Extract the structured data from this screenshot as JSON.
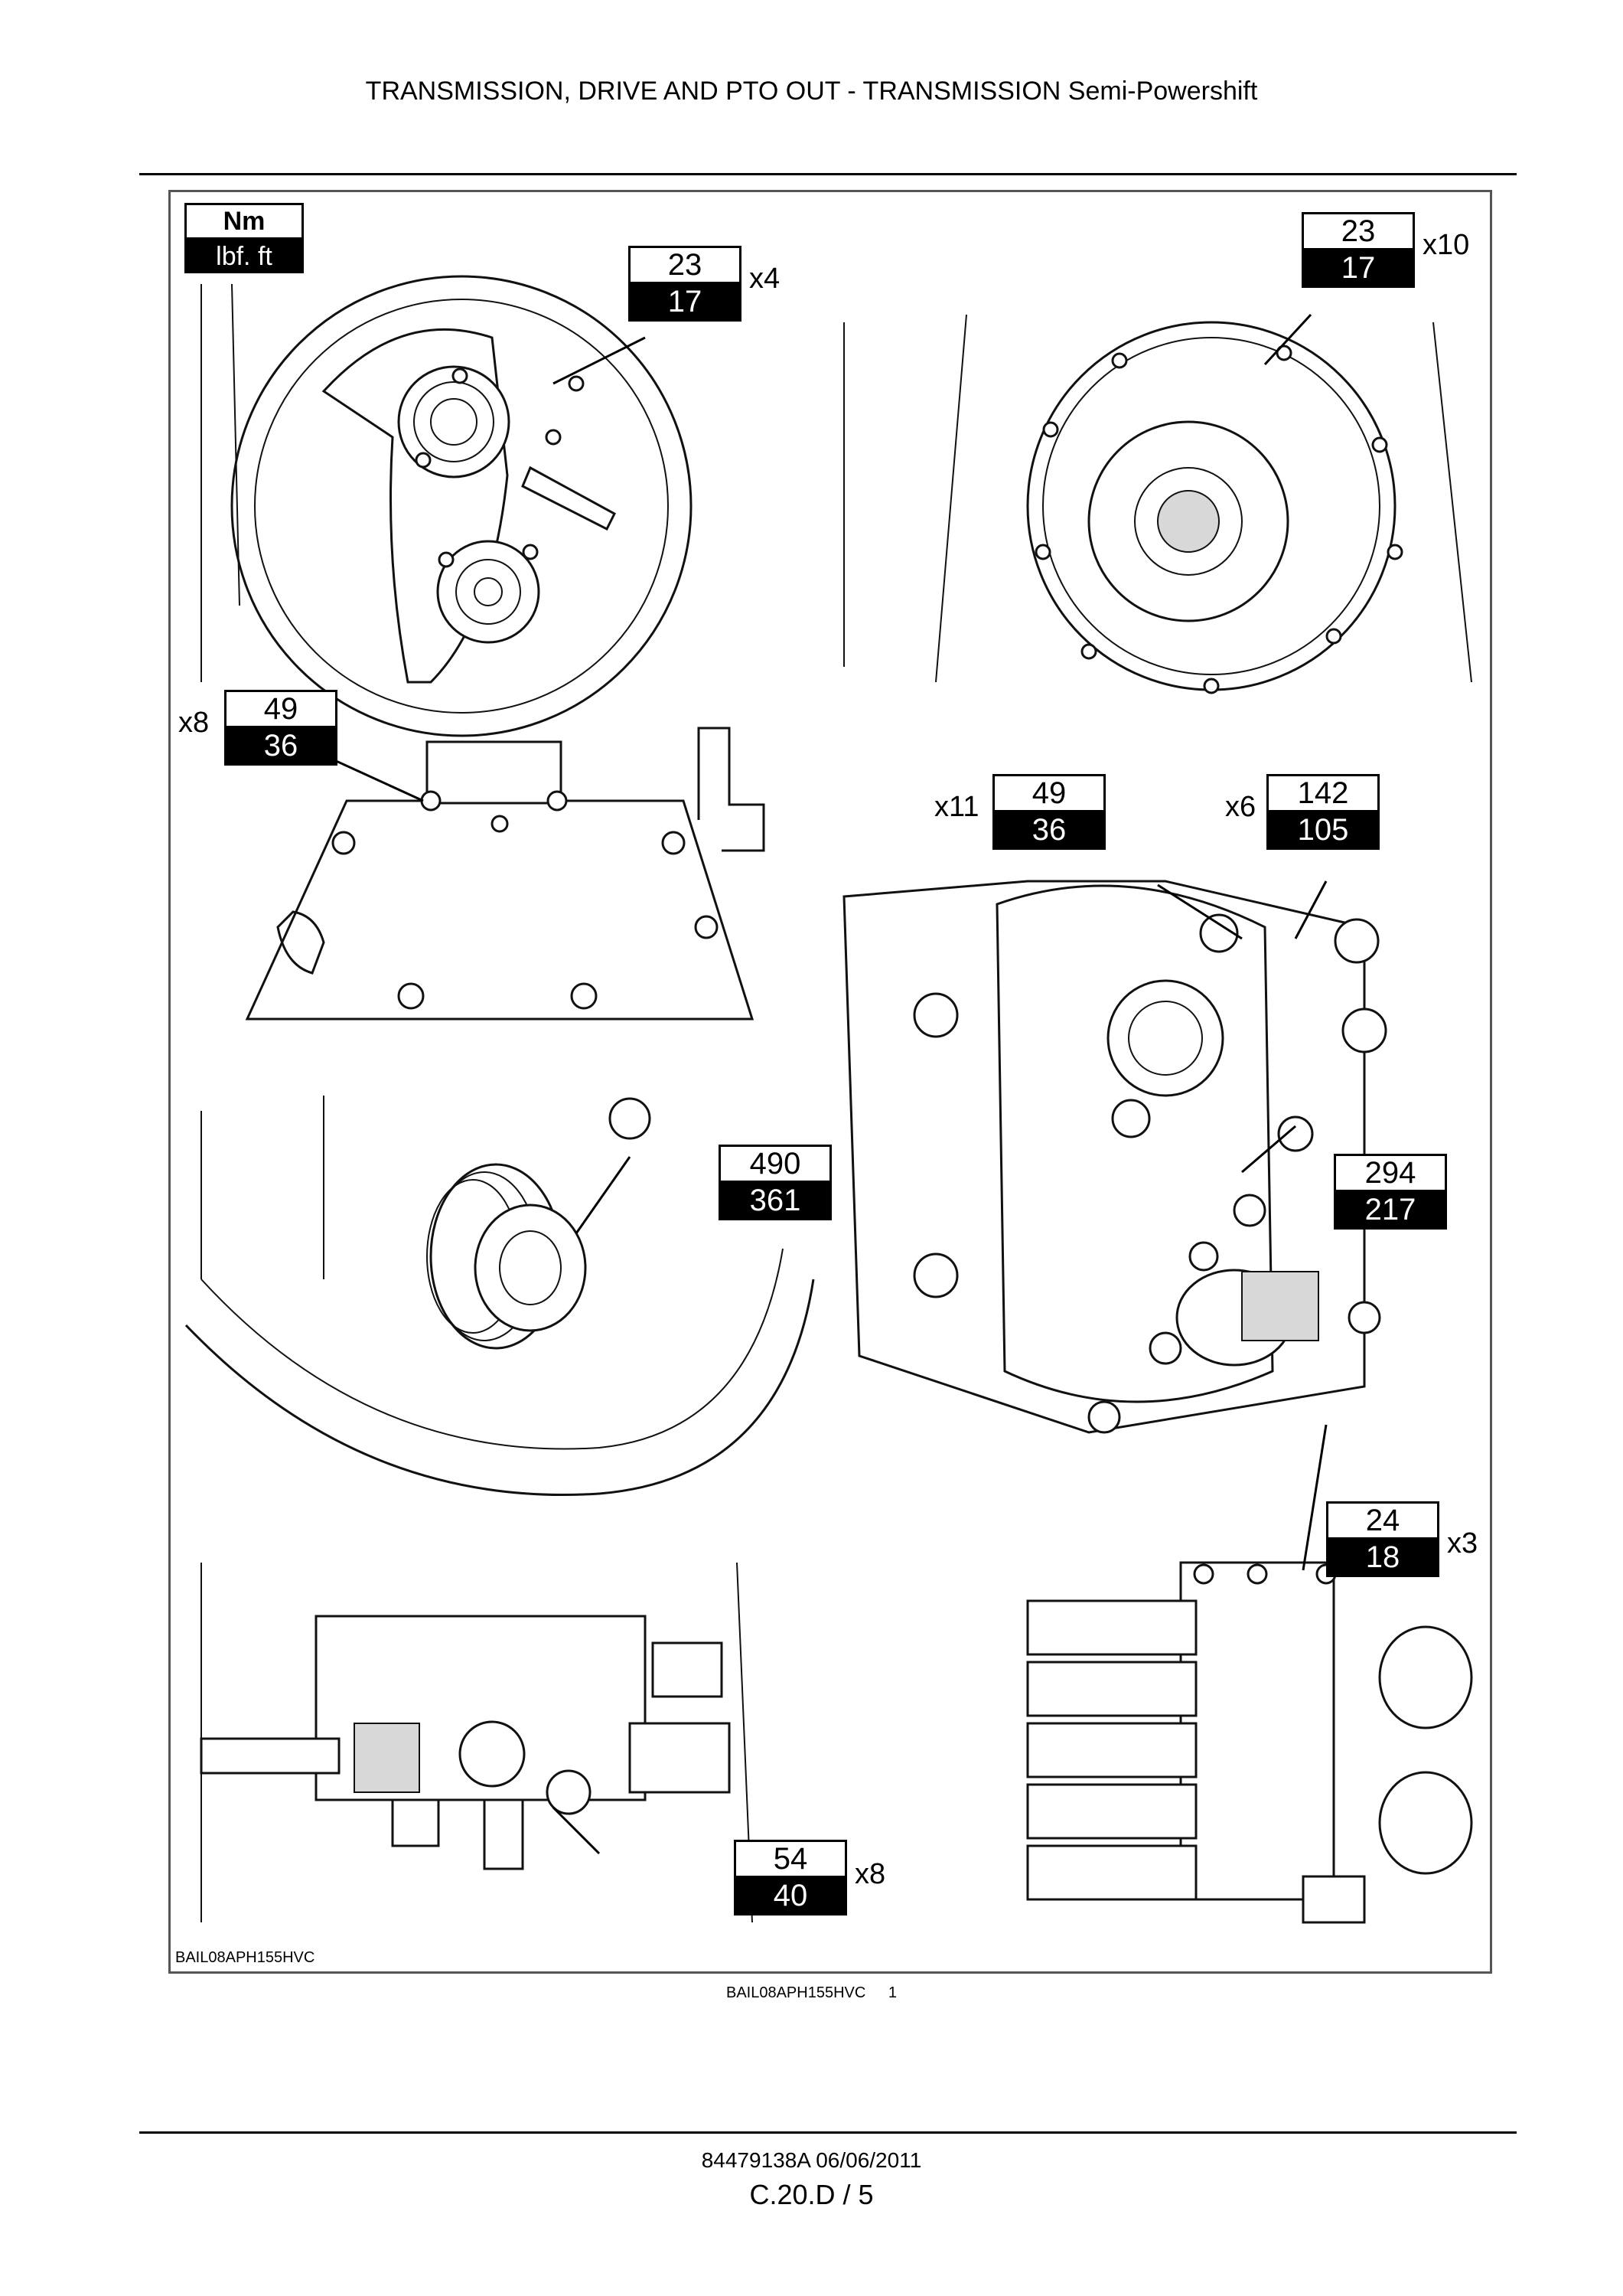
{
  "header": {
    "title": "TRANSMISSION, DRIVE AND PTO OUT - TRANSMISSION Semi-Powershift"
  },
  "figure": {
    "units": {
      "top": "Nm",
      "bottom": "lbf. ft"
    },
    "corner_code": "BAIL08APH155HVC",
    "torques": [
      {
        "nm": "23",
        "lbft": "17",
        "qty": "x4"
      },
      {
        "nm": "23",
        "lbft": "17",
        "qty": "x10"
      },
      {
        "nm": "49",
        "lbft": "36",
        "qty": "x8"
      },
      {
        "nm": "49",
        "lbft": "36",
        "qty": "x11"
      },
      {
        "nm": "142",
        "lbft": "105",
        "qty": "x6"
      },
      {
        "nm": "490",
        "lbft": "361",
        "qty": ""
      },
      {
        "nm": "294",
        "lbft": "217",
        "qty": ""
      },
      {
        "nm": "24",
        "lbft": "18",
        "qty": "x3"
      },
      {
        "nm": "54",
        "lbft": "40",
        "qty": "x8"
      }
    ]
  },
  "caption": {
    "code": "BAIL08APH155HVC",
    "number": "1"
  },
  "footer": {
    "ref": "84479138A 06/06/2011",
    "page": "C.20.D / 5"
  }
}
